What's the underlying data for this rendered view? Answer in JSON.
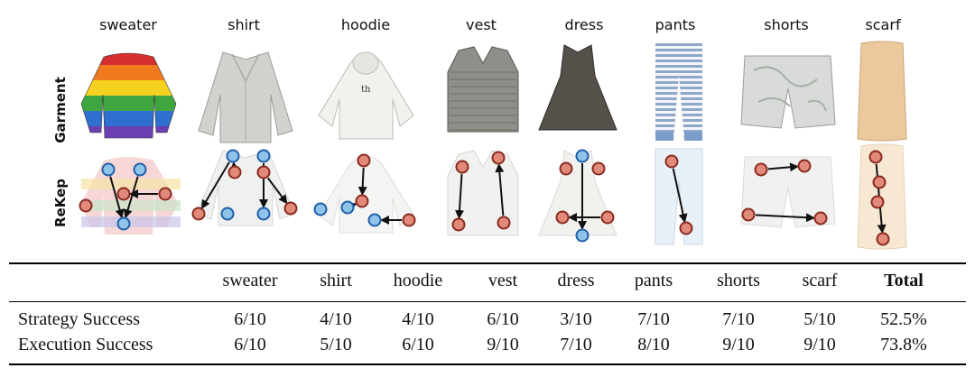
{
  "garments": [
    {
      "key": "sweater",
      "label": "sweater"
    },
    {
      "key": "shirt",
      "label": "shirt"
    },
    {
      "key": "hoodie",
      "label": "hoodie"
    },
    {
      "key": "vest",
      "label": "vest"
    },
    {
      "key": "dress",
      "label": "dress"
    },
    {
      "key": "pants",
      "label": "pants"
    },
    {
      "key": "shorts",
      "label": "shorts"
    },
    {
      "key": "scarf",
      "label": "scarf"
    }
  ],
  "row_labels": {
    "garment": "Garment",
    "rekep": "ReKep"
  },
  "table": {
    "columns": [
      "sweater",
      "shirt",
      "hoodie",
      "vest",
      "dress",
      "pants",
      "shorts",
      "scarf",
      "Total"
    ],
    "rows": [
      {
        "label": "Strategy Success",
        "values": [
          "6/10",
          "4/10",
          "4/10",
          "6/10",
          "3/10",
          "7/10",
          "7/10",
          "5/10",
          "52.5%"
        ]
      },
      {
        "label": "Execution Success",
        "values": [
          "6/10",
          "5/10",
          "6/10",
          "9/10",
          "7/10",
          "8/10",
          "9/10",
          "9/10",
          "73.8%"
        ]
      }
    ]
  },
  "colors": {
    "keypoint_start": "#e28a7a",
    "keypoint_end": "#8fc3ea",
    "sweater_stripes": [
      "#d62f2f",
      "#f07a1e",
      "#f4d21f",
      "#3fa63f",
      "#2f6fd0",
      "#6a3fb0"
    ]
  }
}
